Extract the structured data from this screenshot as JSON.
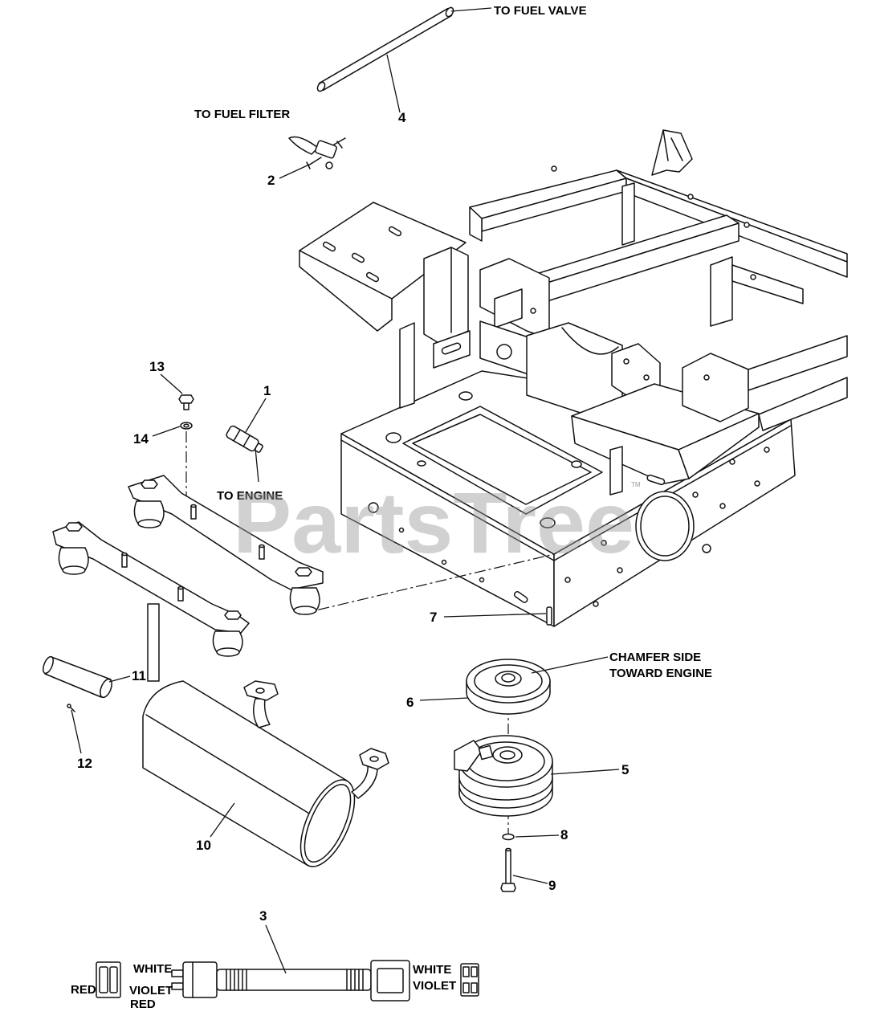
{
  "notes": {
    "to_fuel_valve": "TO FUEL VALVE",
    "to_fuel_filter": "TO FUEL FILTER",
    "to_engine": "TO ENGINE",
    "chamfer_side": "CHAMFER SIDE",
    "toward_engine": "TOWARD ENGINE"
  },
  "callouts": {
    "c1": "1",
    "c2": "2",
    "c3": "3",
    "c4": "4",
    "c5": "5",
    "c6": "6",
    "c7": "7",
    "c8": "8",
    "c9": "9",
    "c10": "10",
    "c11": "11",
    "c12": "12",
    "c13": "13",
    "c14": "14"
  },
  "harness": {
    "left_white": "WHITE",
    "left_red_connector": "RED",
    "left_violet": "VIOLET",
    "left_red": "RED",
    "right_white": "WHITE",
    "right_violet": "VIOLET"
  },
  "watermark": {
    "text": "PartsTree",
    "tm": "TM"
  },
  "colors": {
    "line": "#111111",
    "background": "#ffffff",
    "watermark": "#9a9a9a"
  }
}
